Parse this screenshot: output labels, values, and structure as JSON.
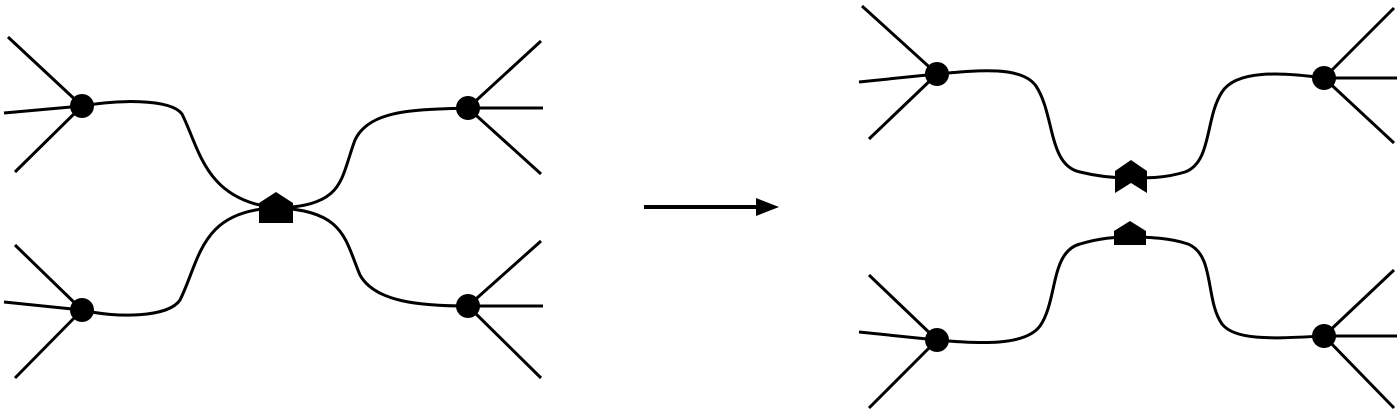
{
  "diagram": {
    "kind": "graph-rewrite",
    "left": {
      "description_nodes": [
        "vertex",
        "vertex",
        "vertex",
        "vertex"
      ],
      "central_marker": "pentagon-house-icon"
    },
    "right": {
      "description_nodes": [
        "vertex",
        "vertex",
        "vertex",
        "vertex"
      ],
      "upper_marker": "notched-pentagon-icon",
      "lower_marker": "pentagon-house-icon"
    },
    "arrow": "right-arrow-icon",
    "colors": {
      "ink": "#000000",
      "background": "#ffffff"
    }
  }
}
